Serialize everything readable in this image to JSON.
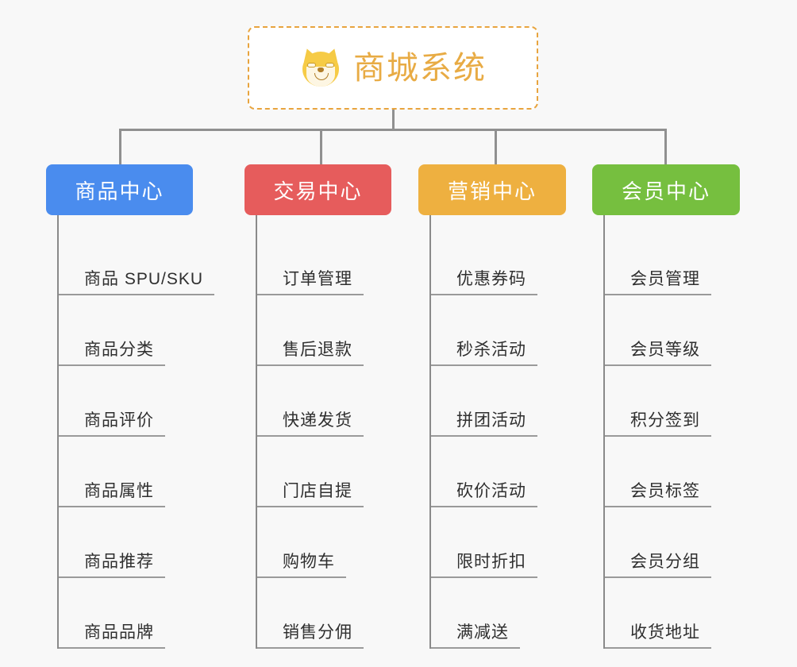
{
  "page": {
    "background_color": "#f8f8f8",
    "type": "mindmap"
  },
  "root": {
    "title": "商城系统",
    "icon": "shiba-inu-dog-emoji",
    "border_color": "#e8a43e",
    "text_color": "#e8ab44",
    "background_color": "#ffffff"
  },
  "connector": {
    "color": "#909090"
  },
  "branches": [
    {
      "label": "商品中心",
      "color": "#4a8cee",
      "items": [
        "商品 SPU/SKU",
        "商品分类",
        "商品评价",
        "商品属性",
        "商品推荐",
        "商品品牌"
      ]
    },
    {
      "label": "交易中心",
      "color": "#e65c5c",
      "items": [
        "订单管理",
        "售后退款",
        "快递发货",
        "门店自提",
        "购物车",
        "销售分佣"
      ]
    },
    {
      "label": "营销中心",
      "color": "#eeb040",
      "items": [
        "优惠券码",
        "秒杀活动",
        "拼团活动",
        "砍价活动",
        "限时折扣",
        "满减送"
      ]
    },
    {
      "label": "会员中心",
      "color": "#76bf3f",
      "items": [
        "会员管理",
        "会员等级",
        "积分签到",
        "会员标签",
        "会员分组",
        "收货地址"
      ]
    }
  ]
}
